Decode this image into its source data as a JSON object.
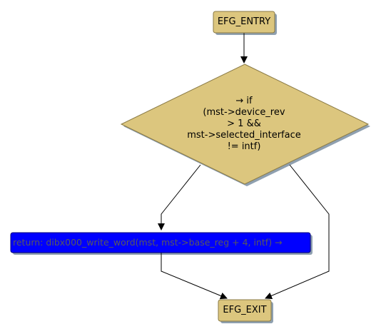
{
  "diagram": {
    "type": "flowchart",
    "colors": {
      "node_fill": "#dcc67e",
      "node_stroke": "#8a7a45",
      "statement_fill": "#0000ff",
      "shadow": "#8fa0b0",
      "edge": "#000000"
    },
    "nodes": {
      "entry": {
        "label": "EFG_ENTRY"
      },
      "condition": {
        "lines": [
          "→ if",
          "(mst->device_rev",
          "> 1 &&",
          "mst->selected_interface",
          "!= intf)"
        ]
      },
      "statement": {
        "label": "return: dibx000_write_word(mst, mst->base_reg + 4, intf) →"
      },
      "exit": {
        "label": "EFG_EXIT"
      }
    },
    "edges": [
      {
        "from": "entry",
        "to": "condition"
      },
      {
        "from": "condition",
        "to": "statement"
      },
      {
        "from": "condition",
        "to": "exit"
      },
      {
        "from": "statement",
        "to": "exit"
      }
    ]
  }
}
